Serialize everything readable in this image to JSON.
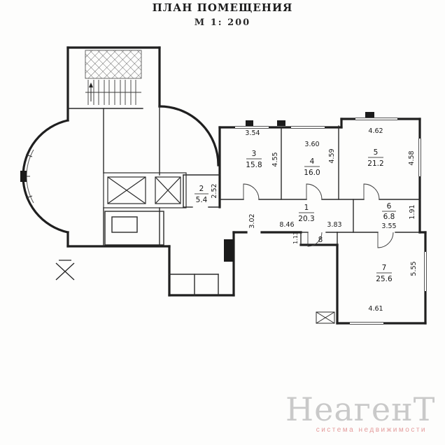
{
  "title": "ПЛАН ПОМЕЩЕНИЯ",
  "scale": "М 1: 200",
  "rooms": [
    {
      "number": "3",
      "area": "15.8"
    },
    {
      "number": "4",
      "area": "16.0"
    },
    {
      "number": "5",
      "area": "21.2"
    },
    {
      "number": "2",
      "area": "5.4"
    },
    {
      "number": "1",
      "area": "20.3"
    },
    {
      "number": "6",
      "area": "6.8"
    },
    {
      "number": "7",
      "area": "25.6"
    },
    {
      "number": "8",
      "area": ""
    }
  ],
  "dims": {
    "r3w": "3.54",
    "r3d": "4.55",
    "r4w": "3.60",
    "r4d": "4.59",
    "r5w": "4.62",
    "r5d": "4.58",
    "r2d": "2.52",
    "r1a": "8.46",
    "r1d": "3.02",
    "r1b": "3.83",
    "r1c": "1.13",
    "r6w": "3.55",
    "r6d": "1.91",
    "r7d": "5.55",
    "r7w": "4.61"
  },
  "watermark": {
    "brand": "НеагенТ",
    "tagline": "система недвижимости"
  }
}
